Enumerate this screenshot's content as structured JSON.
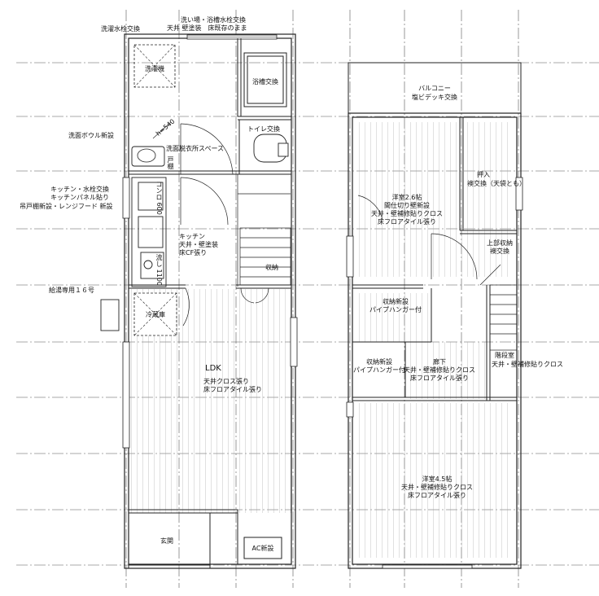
{
  "floor1": {
    "laundry": "洗濯水栓交換",
    "laundry_pan": "洗濯機",
    "washroom_line1": "洗い場・浴槽水栓交換",
    "washroom_line2": "天井 壁塗装　床既存のまま",
    "bath": "浴槽交換",
    "dim": "h=540",
    "basin": "洗面ボウル新設",
    "dressing": "洗面脱衣所スペース",
    "toilet": "トイレ交換",
    "vertical_note": "戸棚",
    "kitchen_faucet_line1": "キッチン・水栓交換",
    "kitchen_faucet_line2": "キッチンパネル貼り",
    "hood": "吊戸棚新設・レンジフード 新設",
    "stove": "コンロ 600",
    "sink": "流し 1100",
    "kitchen_line1": "キッチン",
    "kitchen_line2": "天井・壁塗装",
    "kitchen_line3": "床CF張り",
    "storage": "収納",
    "water_heater": "給湯専用１６号",
    "fridge": "冷蔵庫",
    "ldk": "LDK",
    "ldk_line1": "天井クロス張り",
    "ldk_line2": "床フロアタイル張り",
    "entrance": "玄関",
    "ac": "AC新設"
  },
  "floor2": {
    "balcony_line1": "バルコニー",
    "balcony_line2": "塩ビデッキ交換",
    "room1_line1": "洋室2.6帖",
    "room1_line2": "間仕切り壁新設",
    "room1_line3": "天井・壁補修貼りクロス",
    "room1_line4": "床フロアタイル張り",
    "closet_line1": "押入",
    "closet_line2": "襖交換（天袋とも）",
    "upper_storage_line1": "上部収納",
    "upper_storage_line2": "襖交換",
    "storage_a_line1": "収納新設",
    "storage_a_line2": "パイプハンガー付",
    "storage_b_line1": "収納新設",
    "storage_b_line2": "パイプハンガー付",
    "hall_line1": "廊下",
    "hall_line2": "天井・壁補修貼りクロス",
    "hall_line3": "床フロアタイル張り",
    "stair_line1": "階段室",
    "stair_line2": "天井・壁補修貼りクロス",
    "room2_line1": "洋室4.5帖",
    "room2_line2": "天井・壁補修貼りクロス",
    "room2_line3": "床フロアタイル張り"
  }
}
